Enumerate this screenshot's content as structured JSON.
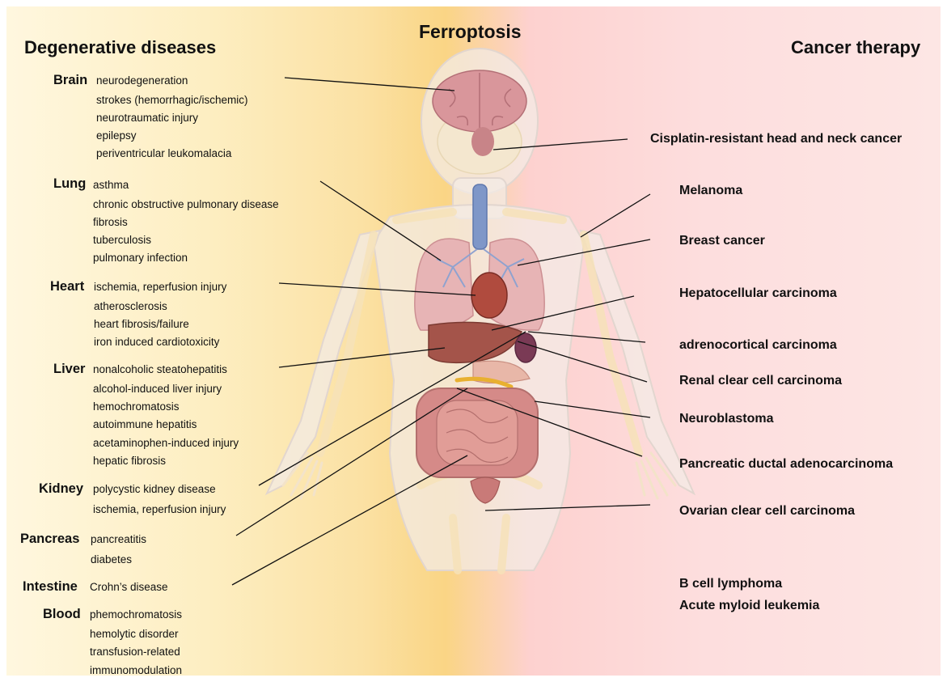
{
  "title": "Ferroptosis",
  "left_heading": "Degenerative diseases",
  "right_heading": "Cancer therapy",
  "organs": {
    "brain": {
      "name": "Brain",
      "items": [
        "neurodegeneration",
        "strokes (hemorrhagic/ischemic)",
        "neurotraumatic injury",
        "epilepsy",
        "periventricular leukomalacia"
      ]
    },
    "lung": {
      "name": "Lung",
      "items": [
        "asthma",
        "chronic obstructive pulmonary disease",
        "fibrosis",
        "tuberculosis",
        "pulmonary infection"
      ]
    },
    "heart": {
      "name": "Heart",
      "items": [
        "ischemia, reperfusion injury",
        "atherosclerosis",
        "heart fibrosis/failure",
        "iron induced cardiotoxicity"
      ]
    },
    "liver": {
      "name": "Liver",
      "items": [
        "nonalcoholic steatohepatitis",
        "alcohol-induced liver injury",
        "hemochromatosis",
        "autoimmune hepatitis",
        "acetaminophen-induced injury",
        "hepatic fibrosis"
      ]
    },
    "kidney": {
      "name": "Kidney",
      "items": [
        "polycystic kidney disease",
        "ischemia, reperfusion injury"
      ]
    },
    "pancreas": {
      "name": "Pancreas",
      "items": [
        "pancreatitis",
        "diabetes"
      ]
    },
    "intestine": {
      "name": "Intestine",
      "items": [
        "Crohn’s disease"
      ]
    },
    "blood": {
      "name": "Blood",
      "items": [
        "phemochromatosis",
        "hemolytic disorder",
        "transfusion-related",
        "immunomodulation"
      ]
    }
  },
  "cancers": [
    "Cisplatin-resistant head and neck cancer",
    "Melanoma",
    "Breast cancer",
    "Hepatocellular carcinoma",
    "adrenocortical carcinoma",
    "Renal clear cell carcinoma",
    "Neuroblastoma",
    "Pancreatic ductal adenocarcinoma",
    "Ovarian clear cell carcinoma",
    "B cell lymphoma",
    "Acute myloid leukemia"
  ],
  "colors": {
    "degenerative_side": "#fbe1a4",
    "cancer_side": "#fddede",
    "organ_pink": "#d98c8c",
    "trachea_blue": "#7f97c8",
    "liver_brown": "#a4544a"
  }
}
